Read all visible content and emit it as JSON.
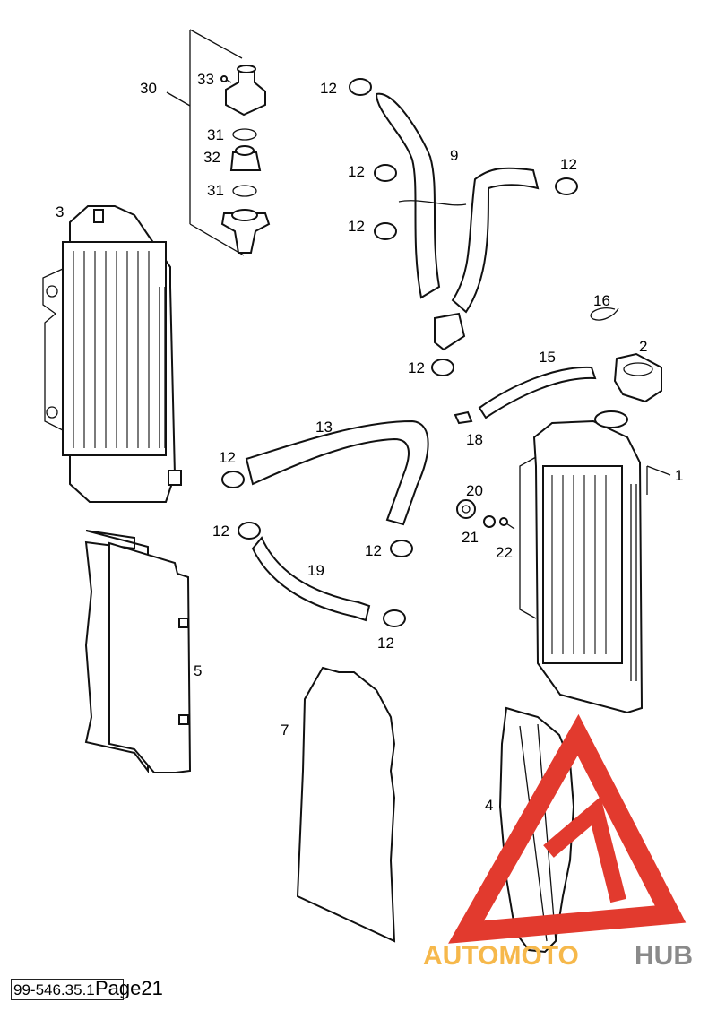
{
  "labels": {
    "p30": "30",
    "p33": "33",
    "p31a": "31",
    "p32": "32",
    "p31b": "31",
    "p3": "3",
    "p12a": "12",
    "p12b": "12",
    "p12c": "12",
    "p12d": "12",
    "p9": "9",
    "p16": "16",
    "p2": "2",
    "p15": "15",
    "p12e": "12",
    "p13": "13",
    "p18": "18",
    "p1": "1",
    "p12f": "12",
    "p20": "20",
    "p12g": "12",
    "p21": "21",
    "p22": "22",
    "p12h": "12",
    "p19": "19",
    "p12i": "12",
    "p5": "5",
    "p7": "7",
    "p4": "4"
  },
  "watermark": {
    "auto": "AUTOMOTO",
    "hub": "HUB",
    "auto_color": "#f6b84b",
    "hub_color": "#8a8a8a",
    "logo_color": "#e23a2e"
  },
  "footer": {
    "code": "99-546.35.1",
    "page": "Page21"
  }
}
